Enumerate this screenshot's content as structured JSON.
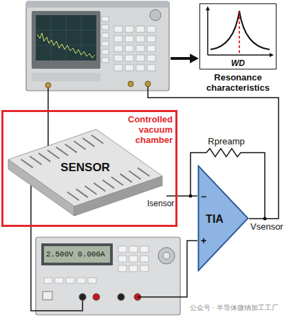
{
  "diagram": {
    "nodes": [
      {
        "text": [
          "WD",
          "Resonance characteristics"
        ]
      },
      {
        "text": [
          "Controlled vacuum chamber"
        ]
      },
      {
        "text": [
          "SENSOR"
        ],
        "in": 1
      },
      {
        "text": [
          "TIA"
        ]
      }
    ],
    "edges": [
      {
        "from": 2,
        "to": 3,
        "arrow": "none",
        "label": "Isensor"
      }
    ],
    "labels": [
      "Rpreamp",
      "Vsensor",
      "−",
      "+",
      "2.500V",
      "0.000A",
      "公众号 · 半导体微纳加工工厂"
    ]
  }
}
